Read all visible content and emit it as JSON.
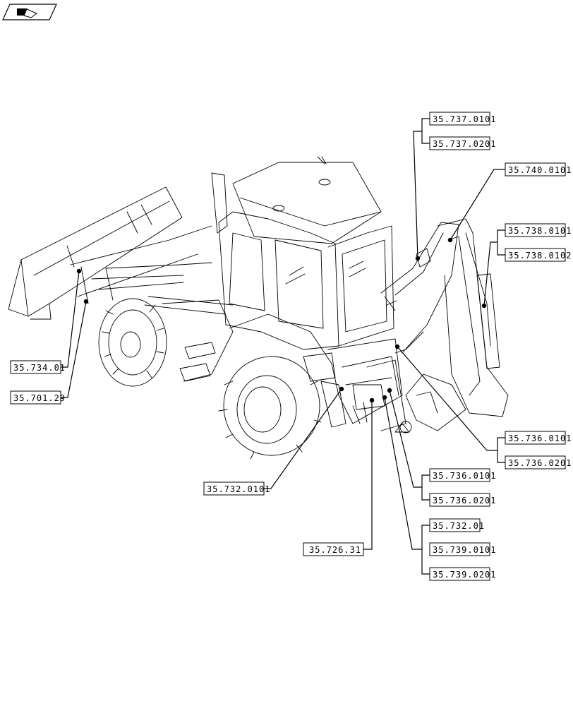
{
  "icon": "flip-view-icon",
  "labels": [
    {
      "id": "l1",
      "text": "35.737.0101"
    },
    {
      "id": "l2",
      "text": "35.737.0201"
    },
    {
      "id": "l3",
      "text": "35.740.0101"
    },
    {
      "id": "l4",
      "text": "35.738.0101"
    },
    {
      "id": "l5",
      "text": "35.738.0102"
    },
    {
      "id": "l6",
      "text": "35.734.01"
    },
    {
      "id": "l7",
      "text": "35.701.29"
    },
    {
      "id": "l8",
      "text": "35.736.0101"
    },
    {
      "id": "l9",
      "text": "35.736.0201"
    },
    {
      "id": "l10",
      "text": "35.732.0101"
    },
    {
      "id": "l11",
      "text": "35.736.0101"
    },
    {
      "id": "l12",
      "text": "35.736.0201"
    },
    {
      "id": "l13",
      "text": "35.732.01"
    },
    {
      "id": "l14",
      "text": "35.726.31"
    },
    {
      "id": "l15",
      "text": "35.739.0101"
    },
    {
      "id": "l16",
      "text": "35.739.0201"
    }
  ]
}
